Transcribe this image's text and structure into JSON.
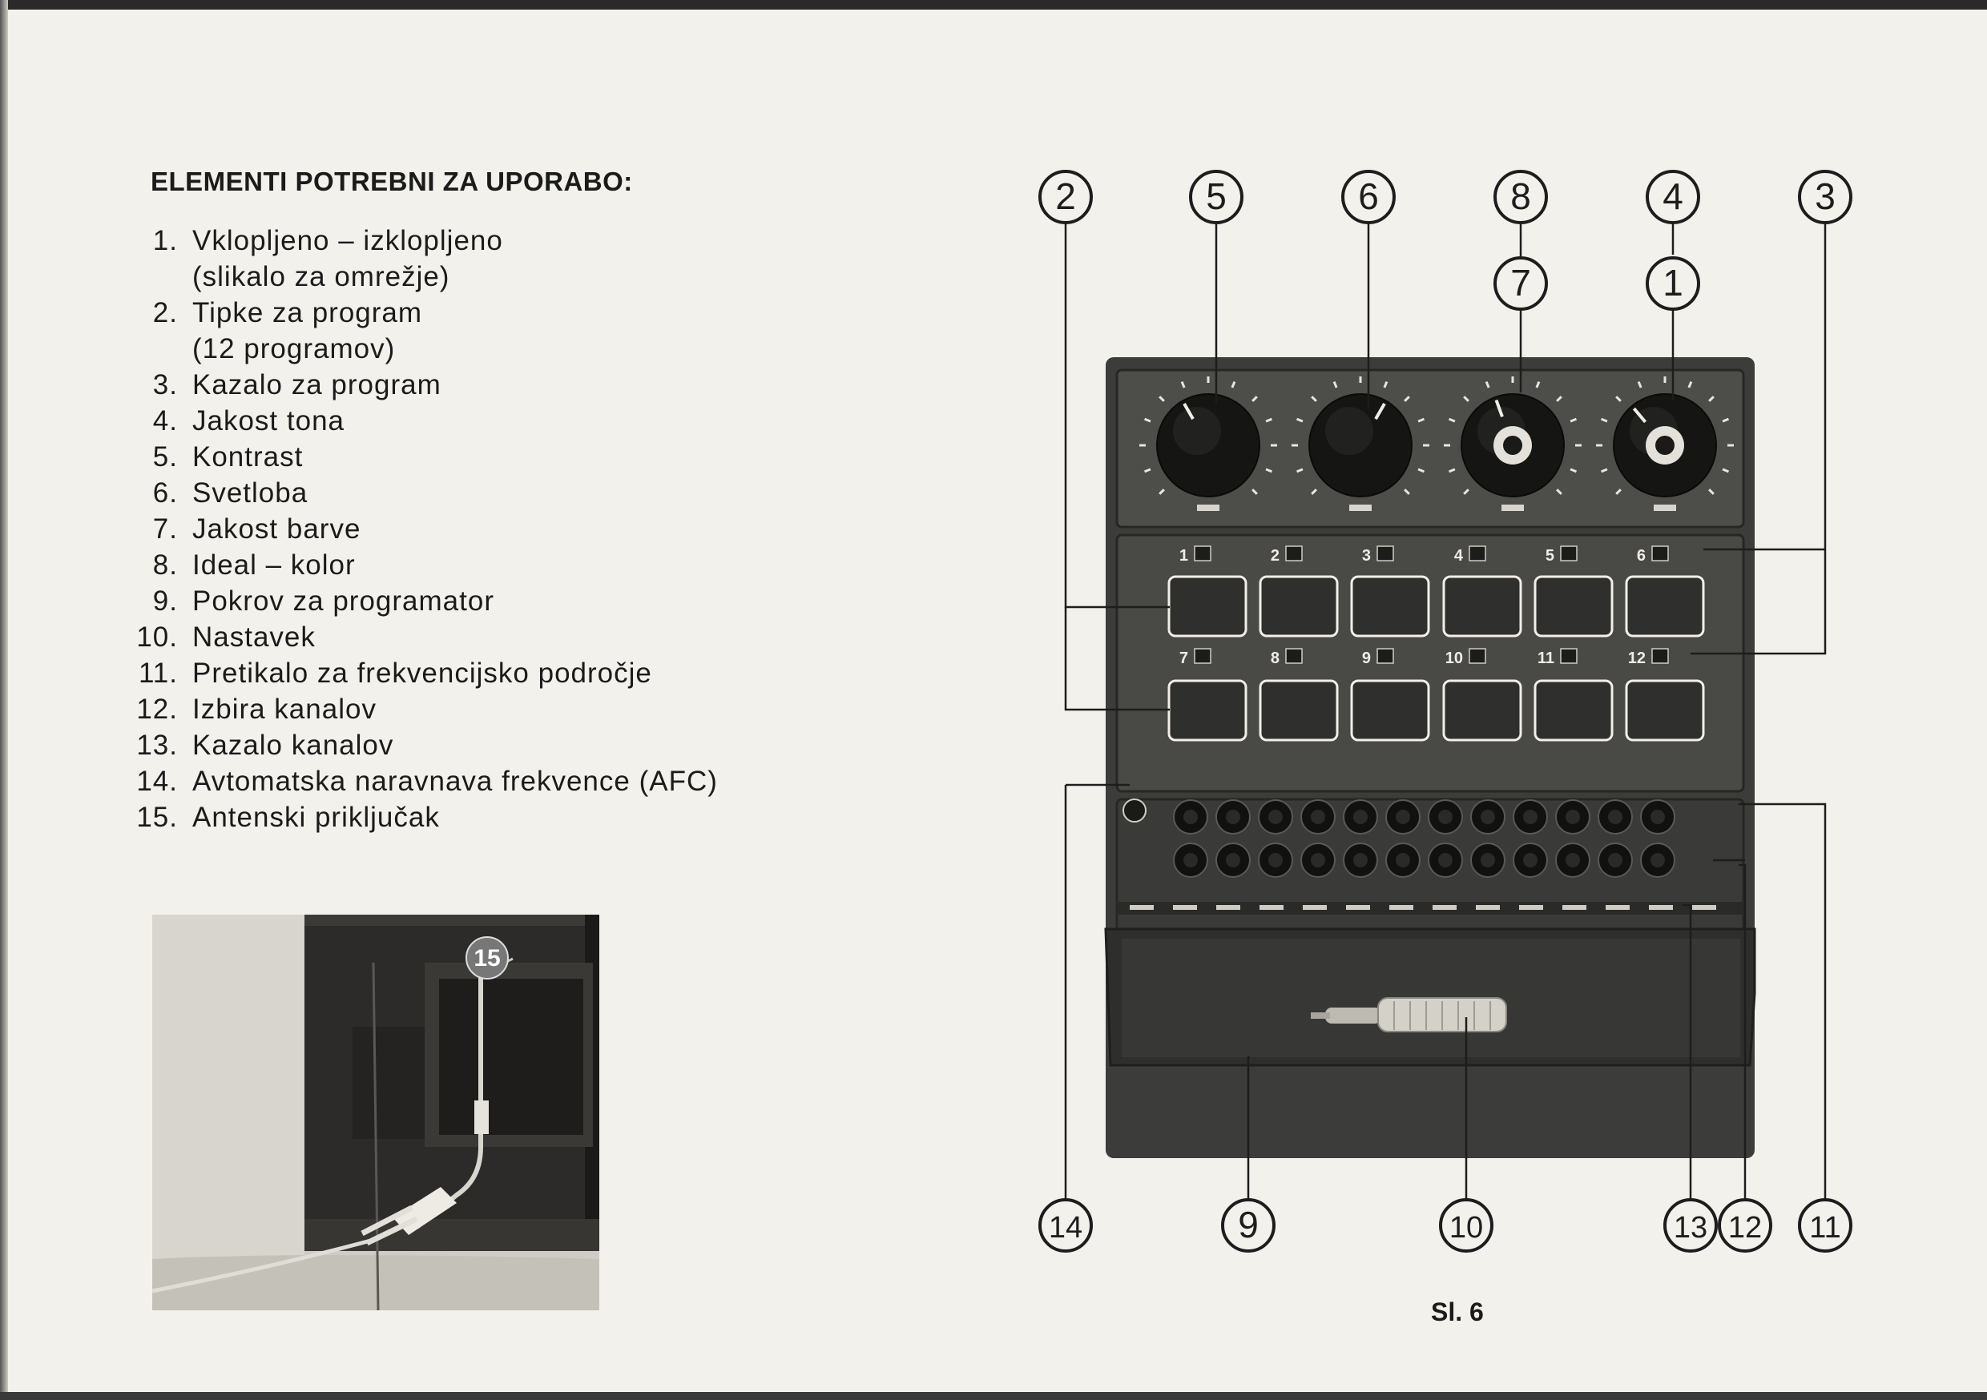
{
  "title": "ELEMENTI POTREBNI ZA UPORABO:",
  "legend": [
    {
      "num": "1.",
      "lines": [
        "Vklopljeno  –  izklopljeno",
        "(slikalo za omrežje)"
      ]
    },
    {
      "num": "2.",
      "lines": [
        "Tipke za program",
        "(12 programov)"
      ]
    },
    {
      "num": "3.",
      "lines": [
        "Kazalo za program"
      ]
    },
    {
      "num": "4.",
      "lines": [
        "Jakost tona"
      ]
    },
    {
      "num": "5.",
      "lines": [
        "Kontrast"
      ]
    },
    {
      "num": "6.",
      "lines": [
        "Svetloba"
      ]
    },
    {
      "num": "7.",
      "lines": [
        "Jakost barve"
      ]
    },
    {
      "num": "8.",
      "lines": [
        "Ideal  –  kolor"
      ]
    },
    {
      "num": "9.",
      "lines": [
        "Pokrov za programator"
      ]
    },
    {
      "num": "10.",
      "lines": [
        "Nastavek"
      ]
    },
    {
      "num": "11.",
      "lines": [
        "Pretikalo za frekvencijsko področje"
      ]
    },
    {
      "num": "12.",
      "lines": [
        "Izbira kanalov"
      ]
    },
    {
      "num": "13.",
      "lines": [
        "Kazalo kanalov"
      ]
    },
    {
      "num": "14.",
      "lines": [
        "Avtomatska naravnava frekvence (AFC)"
      ]
    },
    {
      "num": "15.",
      "lines": [
        "Antenski priključak"
      ]
    }
  ],
  "photo_callout": "15",
  "diagram": {
    "callouts_top": [
      "2",
      "5",
      "6",
      "8",
      "4",
      "3"
    ],
    "callouts_second": [
      "7",
      "1"
    ],
    "callouts_bottom": [
      "14",
      "9",
      "10",
      "13",
      "12",
      "11"
    ],
    "program_numbers_row1": [
      "1",
      "2",
      "3",
      "4",
      "5",
      "6"
    ],
    "program_numbers_row2": [
      "7",
      "8",
      "9",
      "10",
      "11",
      "12"
    ]
  },
  "caption": "Sl. 6"
}
